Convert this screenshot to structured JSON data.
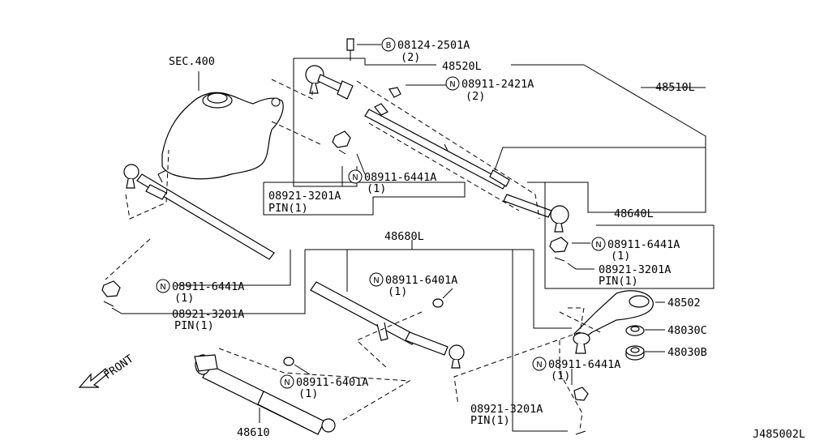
{
  "labels": {
    "sec400": "SEC.400",
    "p08124": "08124-2501A",
    "p08124_qty": "(2)",
    "p48520l": "48520L",
    "p48510l": "48510L",
    "p08911_2421": "08911-2421A",
    "p08911_2421_qty": "(2)",
    "p08911_6441_a": "08911-6441A",
    "p08911_6441_a_qty": "(1)",
    "p08921_a": "08921-3201A",
    "pin_a": "PIN(1)",
    "p48640l": "48640L",
    "p08911_6441_b": "08911-6441A",
    "p08911_6441_b_qty": "(1)",
    "p08921_b": "08921-3201A",
    "pin_b": "PIN(1)",
    "p48680l": "48680L",
    "p08911_6441_c": "08911-6441A",
    "p08911_6441_c_qty": "(1)",
    "p08921_c": "08921-3201A",
    "pin_c": "PIN(1)",
    "p08911_6401_a": "08911-6401A",
    "p08911_6401_a_qty": "(1)",
    "p48502": "48502",
    "p48030c": "48030C",
    "p48030b": "48030B",
    "p08911_6441_d": "08911-6441A",
    "p08911_6441_d_qty": "(1)",
    "p08911_6401_b": "08911-6401A",
    "p08911_6401_b_qty": "(1)",
    "p08921_d": "08921-3201A",
    "pin_d": "PIN(1)",
    "front": "FRONT",
    "p48610": "48610",
    "diagram_id": "J485002L"
  },
  "circled": {
    "b": "B",
    "n": "N"
  }
}
